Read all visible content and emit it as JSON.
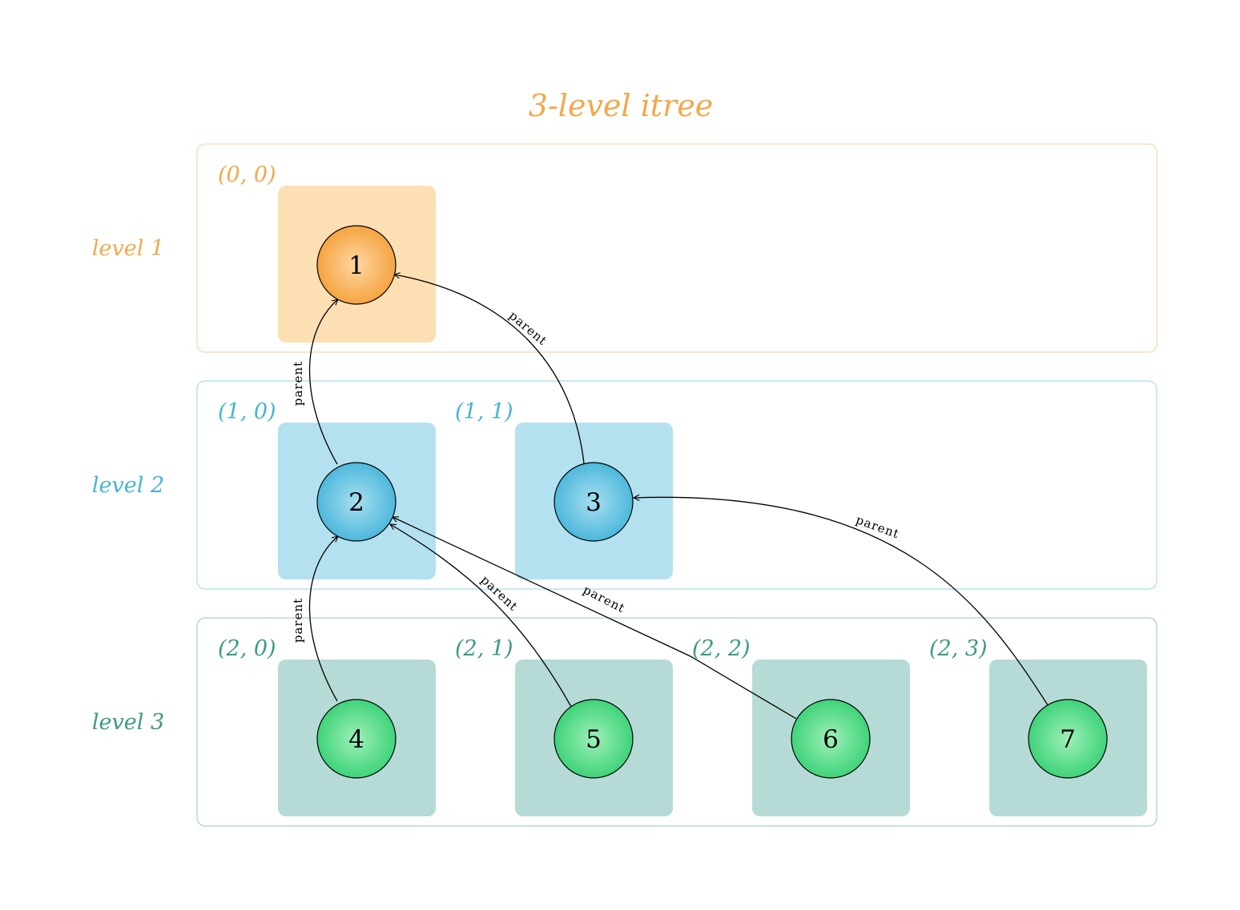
{
  "title": "3-level itree",
  "colors": {
    "level1": "#f5a74a",
    "level2": "#45b5d0",
    "level3": "#3a9a85",
    "level1_cell": "#fddfb4",
    "level2_cell": "#b4e1ef",
    "level3_cell": "#b6dbd6",
    "level1_node_center": "#ffd7a3",
    "level1_node_edge": "#f5a440",
    "level2_node_center": "#a8dff0",
    "level2_node_edge": "#4db8dc",
    "level3_node_center": "#9ef0b8",
    "level3_node_edge": "#3fd37a"
  },
  "levels": [
    {
      "label": "level 1",
      "cells": [
        {
          "coord": "(0, 0)",
          "node": "1"
        }
      ]
    },
    {
      "label": "level 2",
      "cells": [
        {
          "coord": "(1, 0)",
          "node": "2"
        },
        {
          "coord": "(1, 1)",
          "node": "3"
        }
      ]
    },
    {
      "label": "level 3",
      "cells": [
        {
          "coord": "(2, 0)",
          "node": "4"
        },
        {
          "coord": "(2, 1)",
          "node": "5"
        },
        {
          "coord": "(2, 2)",
          "node": "6"
        },
        {
          "coord": "(2, 3)",
          "node": "7"
        }
      ]
    }
  ],
  "edges": [
    {
      "from": "2",
      "to": "1",
      "label": "parent"
    },
    {
      "from": "3",
      "to": "1",
      "label": "parent"
    },
    {
      "from": "4",
      "to": "2",
      "label": "parent"
    },
    {
      "from": "5",
      "to": "2",
      "label": "parent"
    },
    {
      "from": "6",
      "to": "2",
      "label": "parent"
    },
    {
      "from": "7",
      "to": "3",
      "label": "parent"
    }
  ]
}
